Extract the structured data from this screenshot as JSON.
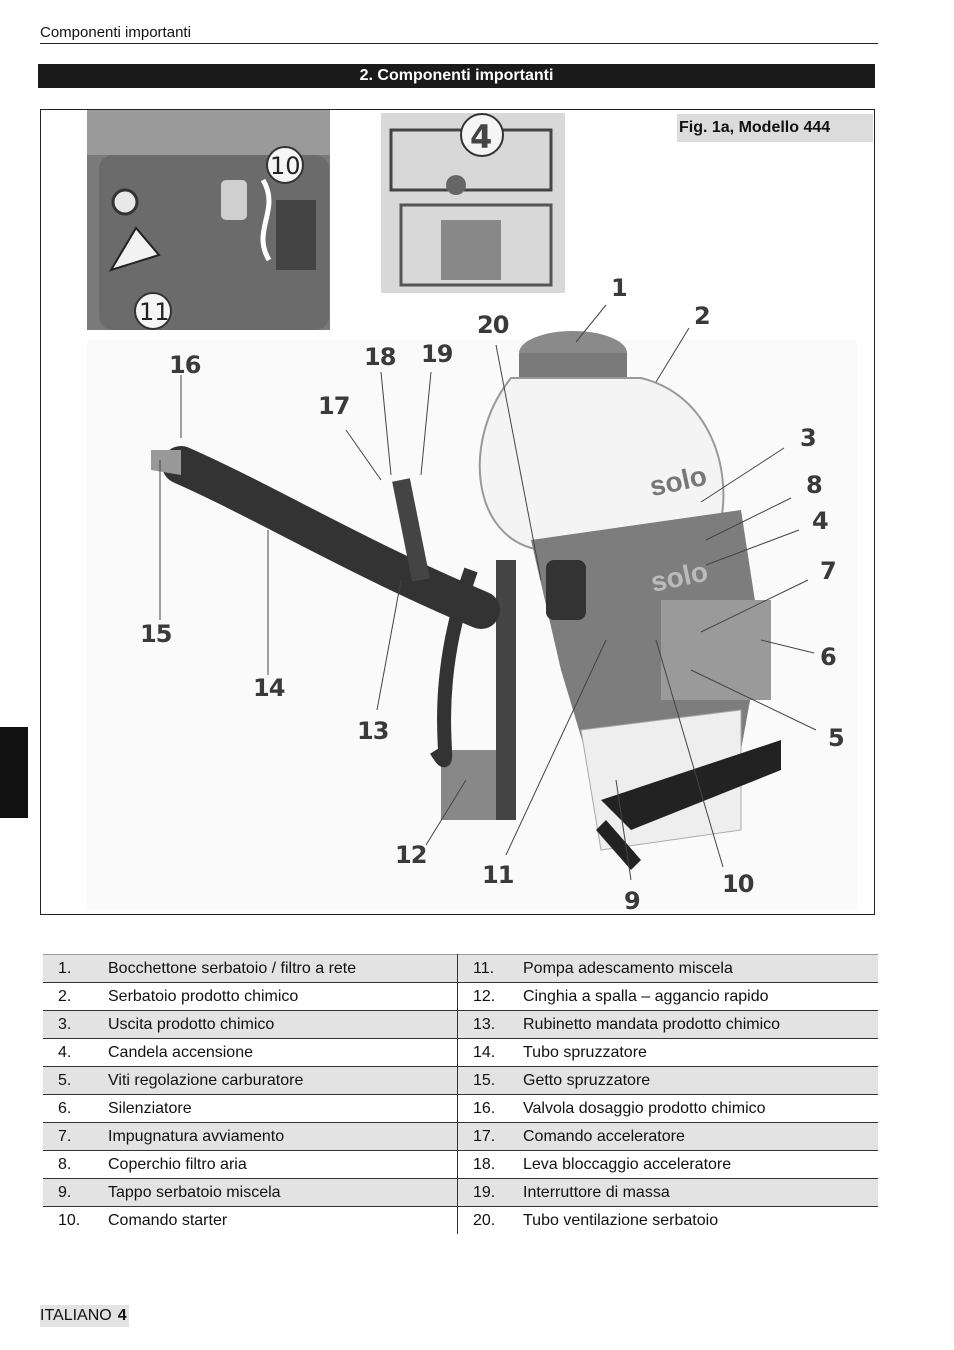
{
  "header": {
    "running_title": "Componenti importanti"
  },
  "section": {
    "title": "2. Componenti importanti"
  },
  "figure": {
    "caption": "Fig. 1a, Modello 444",
    "callouts": [
      "1",
      "2",
      "3",
      "4",
      "5",
      "6",
      "7",
      "8",
      "9",
      "10",
      "11",
      "12",
      "13",
      "14",
      "15",
      "16",
      "17",
      "18",
      "19",
      "20"
    ],
    "inset_callouts": [
      "10",
      "11",
      "4"
    ]
  },
  "parts": [
    {
      "num": "1.",
      "label": "Bocchettone serbatoio / filtro a rete",
      "num2": "11.",
      "label2": "Pompa adescamento miscela"
    },
    {
      "num": "2.",
      "label": "Serbatoio prodotto chimico",
      "num2": "12.",
      "label2": "Cinghia a spalla – aggancio rapido"
    },
    {
      "num": "3.",
      "label": "Uscita prodotto chimico",
      "num2": "13.",
      "label2": "Rubinetto mandata prodotto chimico"
    },
    {
      "num": "4.",
      "label": "Candela accensione",
      "num2": "14.",
      "label2": "Tubo spruzzatore"
    },
    {
      "num": "5.",
      "label": "Viti regolazione carburatore",
      "num2": "15.",
      "label2": "Getto spruzzatore"
    },
    {
      "num": "6.",
      "label": "Silenziatore",
      "num2": "16.",
      "label2": "Valvola dosaggio prodotto chimico"
    },
    {
      "num": "7.",
      "label": "Impugnatura avviamento",
      "num2": "17.",
      "label2": "Comando acceleratore"
    },
    {
      "num": "8.",
      "label": "Coperchio filtro aria",
      "num2": "18.",
      "label2": "Leva bloccaggio acceleratore"
    },
    {
      "num": "9.",
      "label": "Tappo serbatoio miscela",
      "num2": "19.",
      "label2": "Interruttore di massa"
    },
    {
      "num": "10.",
      "label": "Comando starter",
      "num2": "20.",
      "label2": "Tubo ventilazione serbatoio"
    }
  ],
  "footer": {
    "language": "ITALIANO",
    "page": "4"
  }
}
